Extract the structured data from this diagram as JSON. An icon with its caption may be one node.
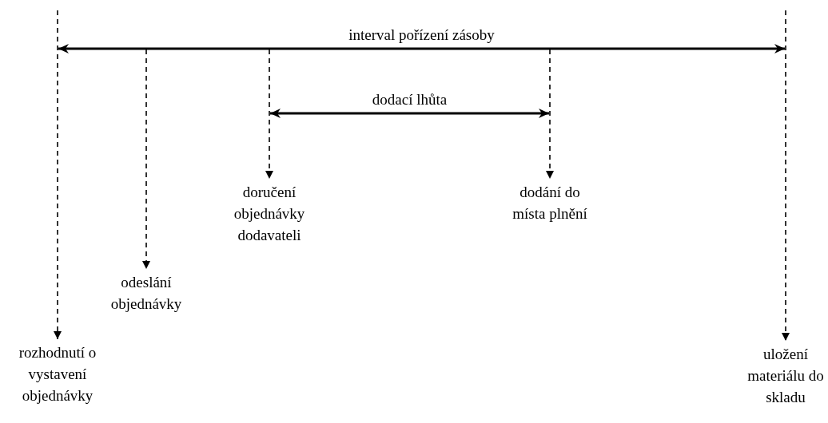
{
  "diagram": {
    "nodes": [
      {
        "text": [
          "rozhodnutí o vystavení objednávky"
        ]
      },
      {
        "text": [
          "odeslání objednávky"
        ]
      },
      {
        "text": [
          "doručení objednávky dodavateli"
        ]
      },
      {
        "text": [
          "dodání do místa plnění"
        ]
      },
      {
        "text": [
          "uložení materiálu do skladu"
        ]
      }
    ],
    "edges": [
      {
        "from": null,
        "to": 0,
        "arrow": "to",
        "style": "dashed"
      },
      {
        "from": null,
        "to": 1,
        "arrow": "to",
        "style": "dashed"
      },
      {
        "from": null,
        "to": 2,
        "arrow": "to",
        "style": "dashed"
      },
      {
        "from": null,
        "to": 3,
        "arrow": "to",
        "style": "dashed"
      },
      {
        "from": null,
        "to": 4,
        "arrow": "to",
        "style": "dashed"
      }
    ],
    "labels": [
      "interval pořízení zásoby",
      "dodací lhůta"
    ]
  }
}
